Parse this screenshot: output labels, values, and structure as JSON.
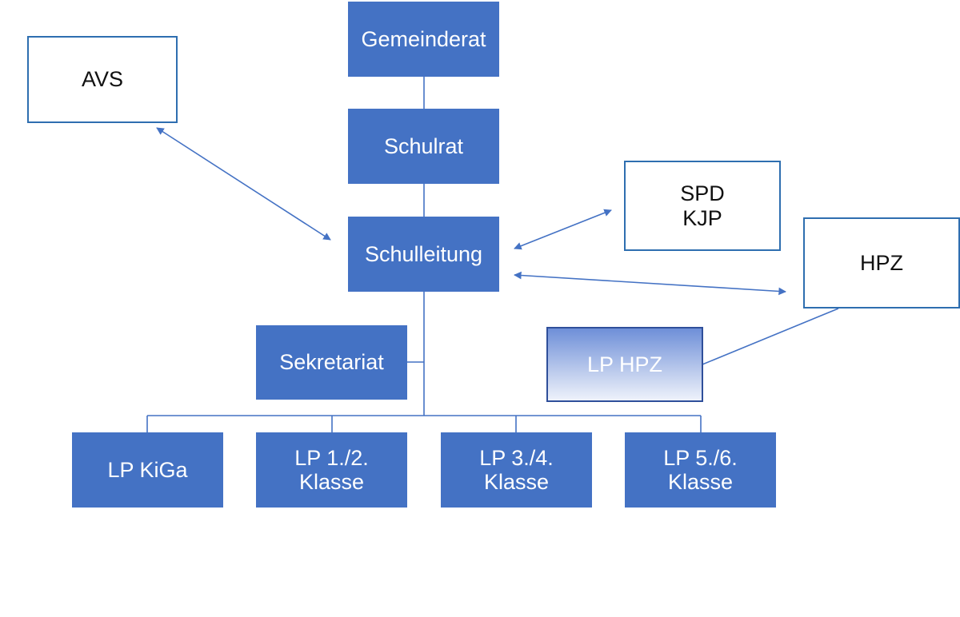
{
  "nodes": {
    "gemeinderat": {
      "lines": [
        "Gemeinderat"
      ]
    },
    "schulrat": {
      "lines": [
        "Schulrat"
      ]
    },
    "schulleitung": {
      "lines": [
        "Schulleitung"
      ]
    },
    "sekretariat": {
      "lines": [
        "Sekretariat"
      ]
    },
    "avs": {
      "lines": [
        "AVS"
      ]
    },
    "spd_kjp": {
      "lines": [
        "SPD",
        "KJP"
      ]
    },
    "hpz": {
      "lines": [
        "HPZ"
      ]
    },
    "lp_hpz": {
      "lines": [
        "LP HPZ"
      ]
    },
    "lp_kiga": {
      "lines": [
        "LP KiGa"
      ]
    },
    "lp_12": {
      "lines": [
        "LP 1./2.",
        "Klasse"
      ]
    },
    "lp_34": {
      "lines": [
        "LP 3./4.",
        "Klasse"
      ]
    },
    "lp_56": {
      "lines": [
        "LP 5./6.",
        "Klasse"
      ]
    }
  },
  "colors": {
    "box_fill": "#4472c4",
    "connector": "#4472c4",
    "outline_border": "#2e6eb0"
  }
}
